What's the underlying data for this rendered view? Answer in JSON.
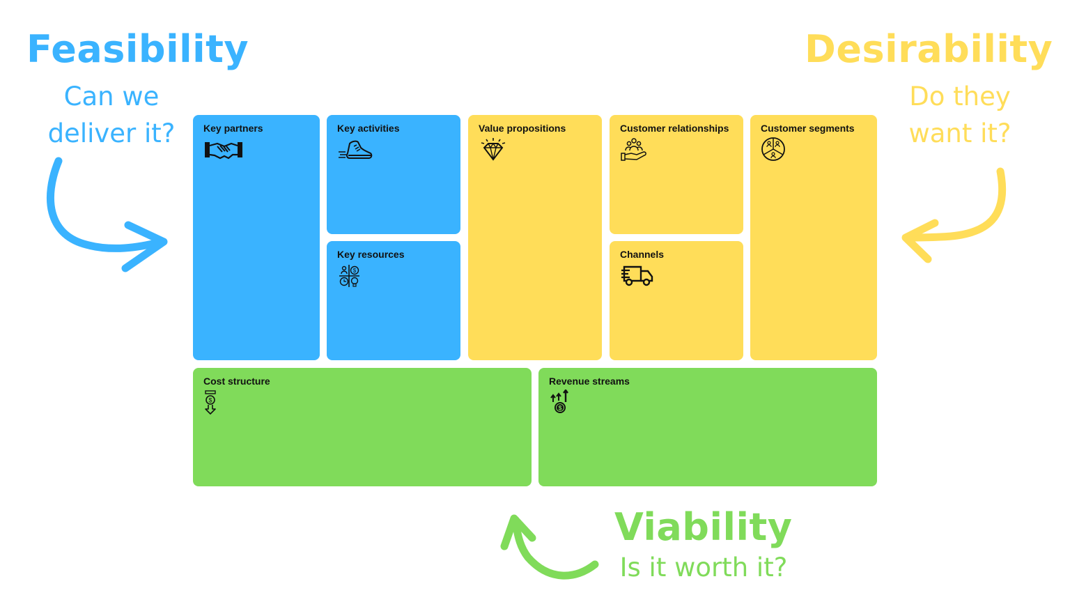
{
  "feasibility": {
    "title": "Feasibility",
    "subtitle_line1": "Can we",
    "subtitle_line2": "deliver it?",
    "color": "#3ab3ff"
  },
  "desirability": {
    "title": "Desirability",
    "subtitle_line1": "Do they",
    "subtitle_line2": "want it?",
    "color": "#ffdd59"
  },
  "viability": {
    "title": "Viability",
    "subtitle": "Is it worth it?",
    "color": "#80db5a"
  },
  "canvas": {
    "key_partners": {
      "label": "Key partners",
      "icon": "handshake-icon"
    },
    "key_activities": {
      "label": "Key activities",
      "icon": "running-shoe-icon"
    },
    "key_resources": {
      "label": "Key resources",
      "icon": "resources-grid-icon"
    },
    "value_propositions": {
      "label": "Value propositions",
      "icon": "diamond-icon"
    },
    "customer_relationships": {
      "label": "Customer relationships",
      "icon": "hand-with-people-icon"
    },
    "channels": {
      "label": "Channels",
      "icon": "delivery-truck-icon"
    },
    "customer_segments": {
      "label": "Customer segments",
      "icon": "segmented-circle-people-icon"
    },
    "cost_structure": {
      "label": "Cost structure",
      "icon": "dollar-down-icon"
    },
    "revenue_streams": {
      "label": "Revenue streams",
      "icon": "dollar-up-arrows-icon"
    }
  }
}
